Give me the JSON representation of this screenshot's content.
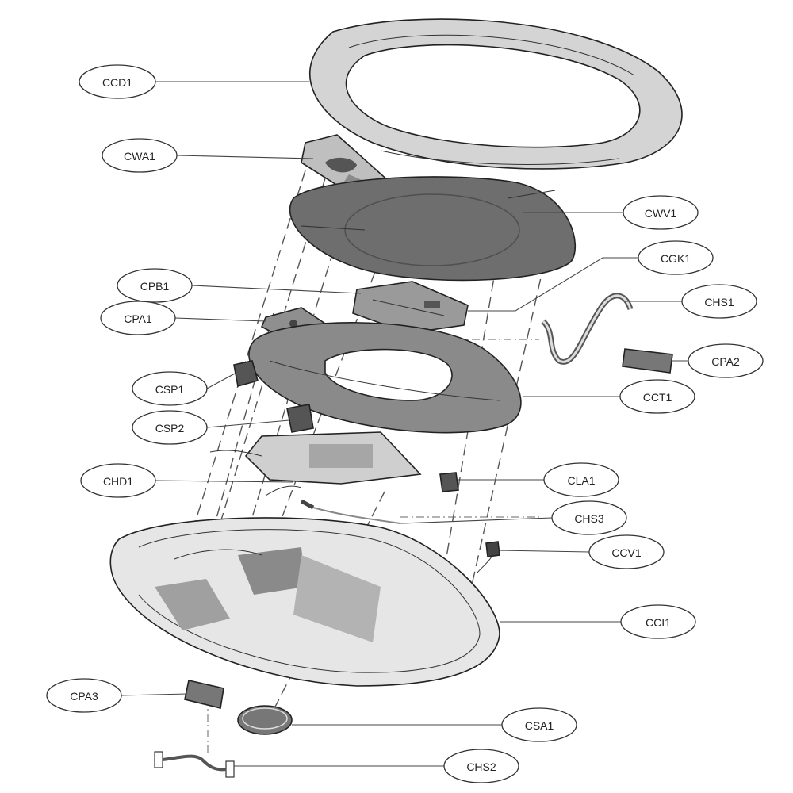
{
  "labels": {
    "ccd1": "CCD1",
    "cwa1": "CWA1",
    "cwv1": "CWV1",
    "cgk1": "CGK1",
    "cpb1": "CPB1",
    "chs1": "CHS1",
    "cpa1": "CPA1",
    "cpa2": "CPA2",
    "csp1": "CSP1",
    "cct1": "CCT1",
    "csp2": "CSP2",
    "chd1": "CHD1",
    "cla1": "CLA1",
    "chs3": "CHS3",
    "ccv1": "CCV1",
    "cci1": "CCI1",
    "cpa3": "CPA3",
    "csa1": "CSA1",
    "chs2": "CHS2"
  },
  "colors": {
    "dark_part": "#6e6e6e",
    "mid_part": "#9a9a9a",
    "light_part": "#d4d4d4",
    "outline": "#222222",
    "background": "#ffffff"
  }
}
